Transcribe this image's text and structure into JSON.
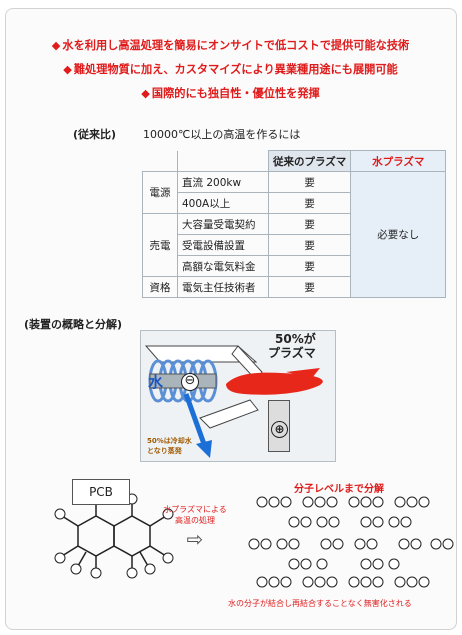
{
  "banner": {
    "lines": [
      "水を利用し高温処理を簡易にオンサイトで低コストで提供可能な技術",
      "難処理物質に加え、カスタマイズにより異業種用途にも展開可能",
      "国際的にも独自性・優位性を発揮"
    ],
    "bullet": "◆"
  },
  "comparison": {
    "label": "(従来比)",
    "description": "10000℃以上の高温を作るには",
    "headers": [
      "従来のプラズマ",
      "水プラズマ"
    ],
    "rows": [
      {
        "category": "電源",
        "item": "直流 200kw",
        "conventional": "要"
      },
      {
        "category": "",
        "item": "400A以上",
        "conventional": "要"
      },
      {
        "category": "売電",
        "item": "大容量受電契約",
        "conventional": "要"
      },
      {
        "category": "",
        "item": "受電設備設置",
        "conventional": "要"
      },
      {
        "category": "",
        "item": "高額な電気料金",
        "conventional": "要"
      },
      {
        "category": "資格",
        "item": "電気主任技術者",
        "conventional": "要"
      }
    ],
    "water_value": "必要なし"
  },
  "device": {
    "label": "(装置の概略と分解)",
    "plasma_pct": "50%が",
    "plasma_word": "プラズマ",
    "water": "水",
    "minus": "⊖",
    "plus": "⊕",
    "cooling_line1": "50%は冷却水",
    "cooling_line2": "となり蒸発"
  },
  "molecule": {
    "pcb": "PCB",
    "process_line1": "水プラズマによる",
    "process_line2": "高温の処理",
    "arrow": "⇨",
    "decomp_title": "分子レベルまで分解",
    "note": "水の分子が結合し再結合することなく無害化される"
  },
  "colors": {
    "accent_red": "#e01b1b",
    "water_blue": "#1b57c0"
  }
}
